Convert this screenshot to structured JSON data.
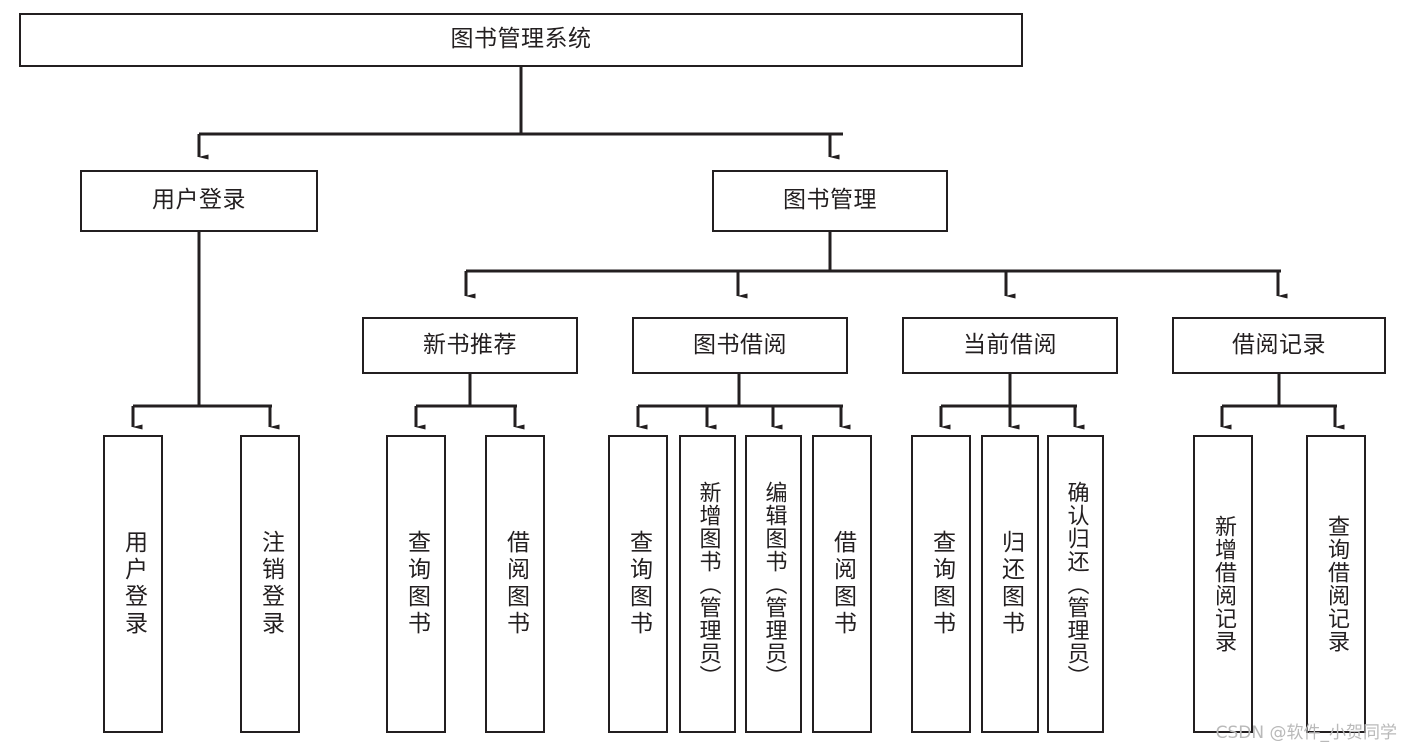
{
  "diagram": {
    "type": "tree",
    "title": "图书管理系统",
    "orientation": "top-down",
    "colors": {
      "stroke": "#231f20",
      "fill": "#ffffff",
      "background": "#ffffff",
      "watermark": "#b9b9b9"
    }
  },
  "nodes": {
    "root": {
      "label": "图书管理系统"
    },
    "level2": [
      {
        "id": "user-login",
        "label": "用户登录"
      },
      {
        "id": "book-management",
        "label": "图书管理"
      }
    ],
    "level3": [
      {
        "id": "new-book-recommend",
        "label": "新书推荐"
      },
      {
        "id": "book-borrow",
        "label": "图书借阅"
      },
      {
        "id": "current-borrow",
        "label": "当前借阅"
      },
      {
        "id": "borrow-record",
        "label": "借阅记录"
      }
    ],
    "leaves": {
      "user-login": [
        {
          "id": "leaf-user-login",
          "label": "用户登录"
        },
        {
          "id": "leaf-logout",
          "label": "注销登录"
        }
      ],
      "new-book-recommend": [
        {
          "id": "leaf-query-book-1",
          "label": "查询图书"
        },
        {
          "id": "leaf-borrow-book-1",
          "label": "借阅图书"
        }
      ],
      "book-borrow": [
        {
          "id": "leaf-query-book-2",
          "label": "查询图书"
        },
        {
          "id": "leaf-add-book",
          "label": "新增图书（管理员）"
        },
        {
          "id": "leaf-edit-book",
          "label": "编辑图书（管理员）"
        },
        {
          "id": "leaf-borrow-book-2",
          "label": "借阅图书"
        }
      ],
      "current-borrow": [
        {
          "id": "leaf-query-book-3",
          "label": "查询图书"
        },
        {
          "id": "leaf-return-book",
          "label": "归还图书"
        },
        {
          "id": "leaf-confirm-return",
          "label": "确认归还（管理员）"
        }
      ],
      "borrow-record": [
        {
          "id": "leaf-add-record",
          "label": "新增借阅记录"
        },
        {
          "id": "leaf-query-record",
          "label": "查询借阅记录"
        }
      ]
    }
  },
  "watermark": {
    "text": "CSDN @软件_小贺同学"
  }
}
